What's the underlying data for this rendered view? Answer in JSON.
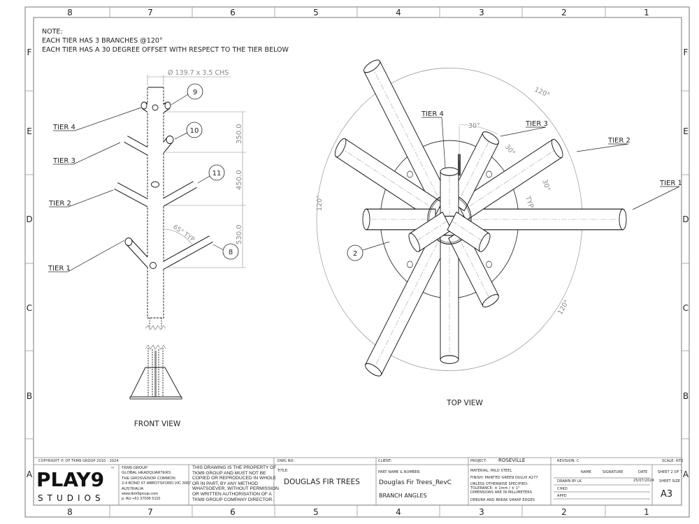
{
  "sheet": {
    "columns": [
      "8",
      "7",
      "6",
      "5",
      "4",
      "3",
      "2",
      "1"
    ],
    "rows": [
      "F",
      "E",
      "D",
      "C",
      "B",
      "A"
    ]
  },
  "notes": {
    "heading": "NOTE:",
    "lines": [
      "EACH TIER HAS 3 BRANCHES @120°",
      "EACH TIER HAS A 30 DEGREE OFFSET WITH RESPECT TO THE TIER BELOW"
    ]
  },
  "front_view": {
    "title": "FRONT VIEW",
    "tube_spec": "Ø 139.7 x 3.5 CHS",
    "tiers": [
      "TIER 4",
      "TIER 3",
      "TIER 2",
      "TIER 1"
    ],
    "balloons": [
      "9",
      "10",
      "11",
      "8"
    ],
    "dims": [
      "350.0",
      "450.0",
      "530.0"
    ],
    "angle": "65° TYP"
  },
  "top_view": {
    "title": "TOP VIEW",
    "tiers": [
      "TIER 4",
      "TIER 3",
      "TIER 2",
      "TIER 1"
    ],
    "balloon": "2",
    "angles": [
      "120°",
      "120°",
      "120°",
      "30°",
      "30°",
      "30°",
      "TYP"
    ]
  },
  "title_block": {
    "copyright": "COPYRIGHT © OF TKM9 GROUP 2010 - 2024",
    "logo": "PLAY9",
    "logo_tm": "™",
    "logo_sub": "STUDIOS",
    "address": [
      "TKM9 GROUP",
      "GLOBAL HEADQUARTERS",
      "THE GROSVENOR COMMON",
      "2-4 BOND ST ABBOTSFORD VIC 3067",
      "AUSTRALIA",
      "www.tkm9group.com",
      "p. AU +61 37036 5115"
    ],
    "property_notice": [
      "THIS DRAWING IS THE PROPERTY OF",
      "TKM9 GROUP AND MUST NOT BE",
      "COPIED OR REPRODUCED IN WHOLE",
      "OR IN PART, BY ANY METHOD",
      "WHATSOEVER, WITHOUT PERMISSION",
      "OR WRITTEN AUTHORISATION OF A",
      "TKM9 GROUP COMPANY DIRECTOR."
    ],
    "dwg_no_label": "DWG NO:",
    "title_label": "TITLE:",
    "title": "DOUGLAS FIR TREES",
    "client_label": "CLIENT:",
    "part_label": "PART NAME & NUMBER:",
    "part_name": "Douglas Fir Trees_RevC",
    "part_desc": "BRANCH ANGLES",
    "project_label": "PROJECT:",
    "project": "ROSEVILLE",
    "material": "MATERIAL: MILD STEEL",
    "finish": "FINISH: PAINTED GREEN DULUX A277",
    "tolerance": [
      "UNLESS OTHERWISE SPECIFIED:",
      "TOLERANCE: ± 1mm / ± 1°",
      "DIMENSIONS ARE IN MILLIMETERS"
    ],
    "deburr": "DEBURR AND BREAK SHARP EDGES",
    "revision": "REVISION: C",
    "headers": [
      "NAME",
      "SIGNATURE",
      "DATE"
    ],
    "drawn_by_label": "DRAWN BY",
    "drawn_by": "LK",
    "drawn_date": "25/07/2024",
    "chkd_label": "CHKD",
    "appd_label": "APPD",
    "scale": "SCALE: NTS",
    "sheet": "SHEET 2 OF 7",
    "sheet_size_label": "SHEET SIZE",
    "sheet_size": "A3"
  }
}
